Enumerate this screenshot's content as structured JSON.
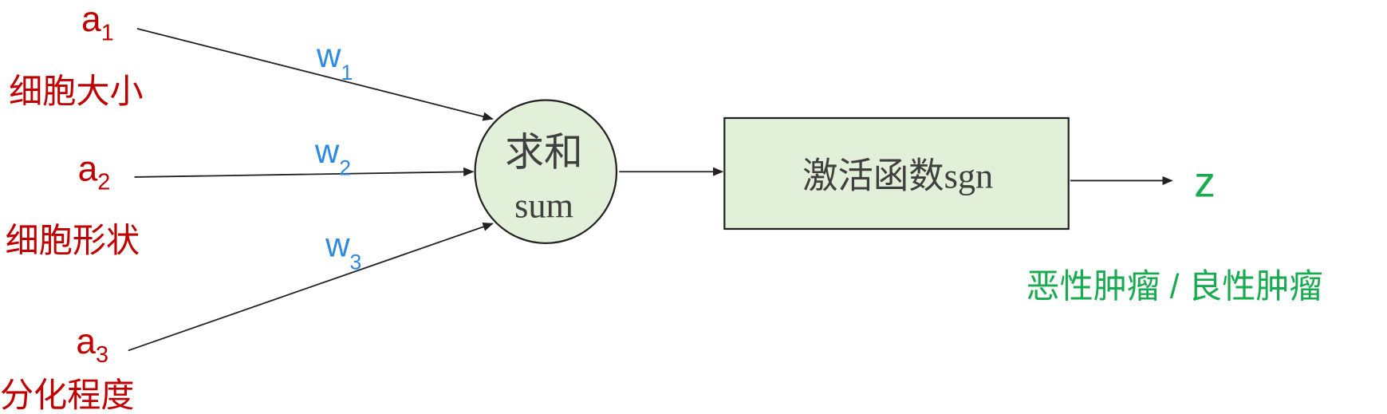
{
  "inputs": [
    {
      "symbol": "a",
      "index": "1",
      "label": "细胞大小",
      "weight_symbol": "w",
      "weight_index": "1"
    },
    {
      "symbol": "a",
      "index": "2",
      "label": "细胞形状",
      "weight_symbol": "w",
      "weight_index": "2"
    },
    {
      "symbol": "a",
      "index": "3",
      "label": "分化程度",
      "weight_symbol": "w",
      "weight_index": "3"
    }
  ],
  "sum_node": {
    "label_cn": "求和",
    "label_en": "sum"
  },
  "activation_node": {
    "label": "激活函数sgn"
  },
  "output": {
    "symbol": "z",
    "label": "恶性肿瘤 / 良性肿瘤"
  },
  "colors": {
    "input": "#c00000",
    "weight": "#2e8ae0",
    "output": "#1aab50",
    "node_fill": "#e2efd9"
  }
}
